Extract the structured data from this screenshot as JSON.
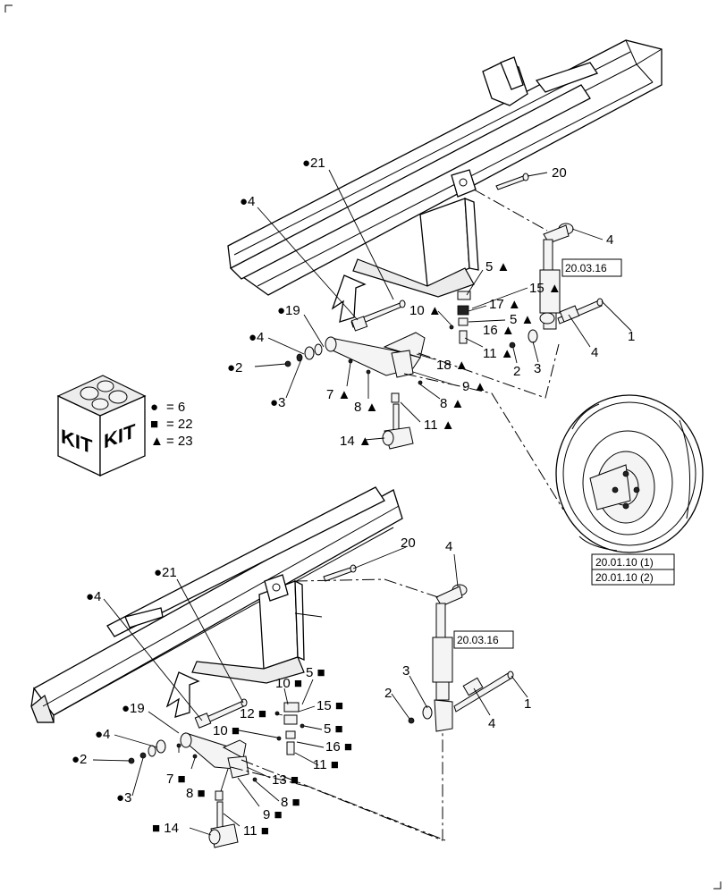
{
  "symbols": {
    "circle": "●",
    "square": "■",
    "triangle": "▲"
  },
  "kit": {
    "box_label_left": "KIT",
    "box_label_right": "KIT",
    "legend": [
      {
        "symbol": "●",
        "text": "= 6"
      },
      {
        "symbol": "■",
        "text": "= 22"
      },
      {
        "symbol": "▲",
        "text": "= 23"
      }
    ]
  },
  "reference_boxes": {
    "cylinder_upper": "20.03.16",
    "cylinder_lower": "20.03.16",
    "wheel_1": "20.01.10 (1)",
    "wheel_2": "20.01.10 (2)"
  },
  "callouts_upper": {
    "c21": "●21",
    "c4_left": "●4",
    "c19": "●19",
    "c4_mid": "●4",
    "c2_left": "●2",
    "c3_left": "●3",
    "c20": "20",
    "c4_top_right": "4",
    "c5a": "5 ▲",
    "c15": "15 ▲",
    "c10": "10 ▲",
    "c17": "17 ▲",
    "c5b": "5 ▲",
    "c16": "16 ▲",
    "c1": "1",
    "c4_right": "4",
    "c11a": "11 ▲",
    "c2_right": "2",
    "c3_right": "3",
    "c18": "18 ▲",
    "c7": "7 ▲",
    "c8a": "8 ▲",
    "c9": "9 ▲",
    "c8b": "8 ▲",
    "c11b": "11 ▲",
    "c14": "14 ▲"
  },
  "callouts_lower": {
    "c21": "●21",
    "c4_left": "●4",
    "c20": "20",
    "c4_top": "4",
    "c5a": "5 ■",
    "c10a": "10 ■",
    "c12": "12 ■",
    "c15": "15 ■",
    "c19": "●19",
    "c4_mid": "●4",
    "c10b": "10 ■",
    "c5b": "5 ■",
    "c16": "16 ■",
    "c11a": "11 ■",
    "c2_left": "●2",
    "c7": "7 ■",
    "c8a": "8 ■",
    "c13": "13 ■",
    "c8b": "8 ■",
    "c3_left": "●3",
    "c9": "9 ■",
    "c14": "■ 14",
    "c11b": "11 ■",
    "c3_right": "3",
    "c2_right": "2",
    "c4_right": "4",
    "c1": "1"
  }
}
